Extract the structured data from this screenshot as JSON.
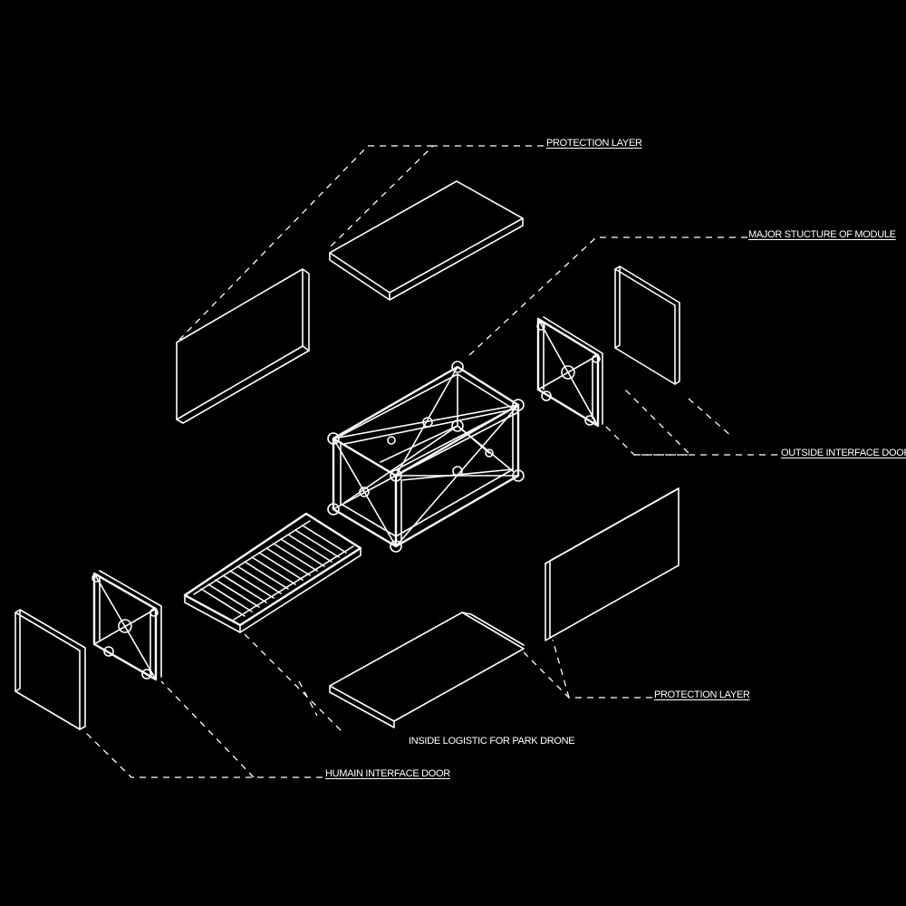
{
  "background_color": "#000000",
  "line_color": "#ffffff",
  "labels": {
    "protection_layer_top": "PROTECTION LAYER",
    "major_structure": "MAJOR STUCTURE OF MODULE",
    "outside_door": "OUTSIDE INTERFACE DOOR",
    "protection_layer_bottom": "PROTECTION LAYER",
    "inside_logistic": "INSIDE LOGISTIC FOR PARK DRONE",
    "human_door": "HUMAIN INTERFACE DOOR"
  }
}
